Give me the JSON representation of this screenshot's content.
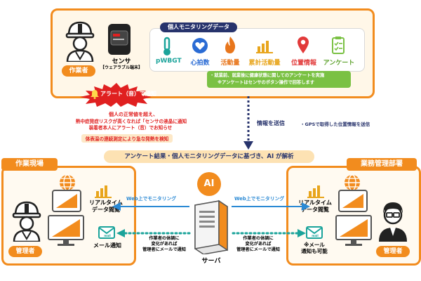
{
  "colors": {
    "orange": "#f28c1e",
    "orange_light": "#fde8c7",
    "navy": "#27336c",
    "blue": "#2a89d4",
    "green": "#7ac143",
    "teal": "#1aa39a",
    "red": "#e02020",
    "purple": "#8a3fb8"
  },
  "top": {
    "worker_label": "作業者",
    "sensor_label": "センサ",
    "sensor_sub": "【ウェアラブル端末】",
    "monitoring_title": "個人モニタリングデータ",
    "metrics": [
      {
        "icon": "thermometer-icon",
        "label": "pWBGT",
        "color": "#1aa39a"
      },
      {
        "icon": "heart-icon",
        "label": "心拍数",
        "color": "#2a6bd4"
      },
      {
        "icon": "flame-icon",
        "label": "活動量",
        "color": "#e8761c"
      },
      {
        "icon": "bar-chart-icon",
        "label": "累計活動量",
        "color": "#e8a51c"
      },
      {
        "icon": "location-pin-icon",
        "label": "位置情報",
        "color": "#e23a3a"
      },
      {
        "icon": "clipboard-icon",
        "label": "アンケート",
        "color": "#7ac143"
      }
    ],
    "survey_note_1": "・就業前、就業後に健康状態に関してのアンケートを実施",
    "survey_note_2": "※アンケートはセンサのボタン操作で回答します",
    "alert_label": "アラート（音）で通知",
    "alert_text_1": "個人の正常値を超え、",
    "alert_text_2": "熱中症発症リスクが高くなれば「センサの液晶に通知",
    "alert_text_3": "装着者本人にアラート（音）でお知らせ",
    "alert_text_4": "体表温の連続測定により急な発熱を検知",
    "send_info": "情報を送信",
    "gps_note": "・GPSで取得した位置情報を送信"
  },
  "analysis_banner": "アンケート結果・個人モニタリングデータに基づき、AI が解析",
  "left": {
    "title": "作業現場",
    "realtime": "リアルタイム\nデータ閲覧",
    "mail_notice": "メール通知",
    "mail_icon_text": "mail",
    "manager": "管理者"
  },
  "right": {
    "title": "業務管理部署",
    "realtime": "リアルタイム\nデータ閲覧",
    "mail_notice": "※メール\n通知も可能",
    "mail_icon_text": "mail",
    "manager": "管理者"
  },
  "center": {
    "ai": "AI",
    "server": "サーバ",
    "web_left": "Web上でモニタリング",
    "web_right": "Web上でモニタリング",
    "change_left": "作業者の体調に\n変化があれば\n管理者にメールで通知",
    "change_right": "作業者の体調に\n変化があれば\n管理者にメールで通知"
  }
}
